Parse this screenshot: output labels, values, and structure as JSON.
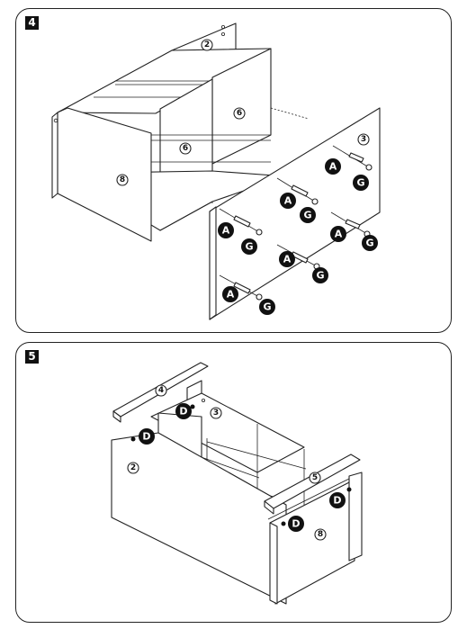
{
  "steps": [
    {
      "number": "4"
    },
    {
      "number": "5"
    }
  ],
  "step4": {
    "part_back": "2",
    "part_divider_right": "6",
    "part_divider_left": "6",
    "part_side_left": "8",
    "part_side_right": "3",
    "hardware": {
      "screw": "A",
      "cap": "G"
    }
  },
  "step5": {
    "part_back": "2",
    "part_side_left": "3",
    "part_rail_top": "4",
    "part_rail_front": "5",
    "part_side_right": "8",
    "hardware": {
      "cam": "D"
    }
  }
}
